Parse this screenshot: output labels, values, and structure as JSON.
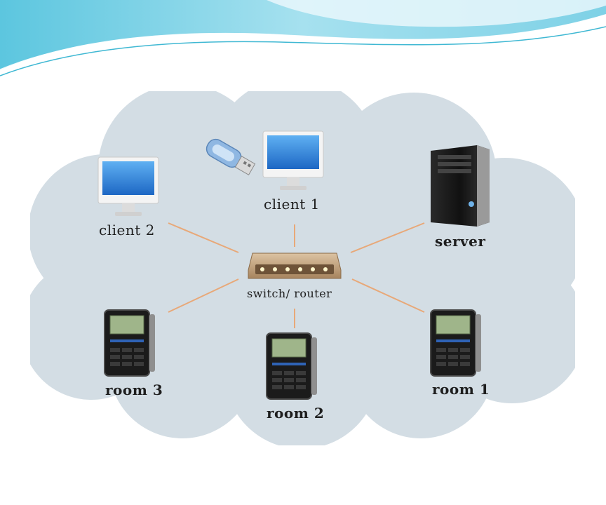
{
  "diagram": {
    "hub": {
      "label": "switch/ router"
    },
    "nodes": [
      {
        "id": "client-1",
        "label": "client 1",
        "device": "monitor-icon"
      },
      {
        "id": "client-2",
        "label": "client 2",
        "device": "monitor-icon"
      },
      {
        "id": "server",
        "label": "server",
        "device": "server-tower-icon"
      },
      {
        "id": "room-1",
        "label": "room 1",
        "device": "access-terminal-icon"
      },
      {
        "id": "room-2",
        "label": "room 2",
        "device": "access-terminal-icon"
      },
      {
        "id": "room-3",
        "label": "room 3",
        "device": "access-terminal-icon"
      }
    ],
    "accessory": {
      "device": "usb-drive-icon"
    },
    "colors": {
      "cloud": "#d3dde4",
      "link": "#e8a878",
      "hub_body": "#c8a882",
      "wave_light": "#a9e2ef",
      "wave_dark": "#3fb8d3",
      "screen": "#2a7fd0"
    }
  }
}
